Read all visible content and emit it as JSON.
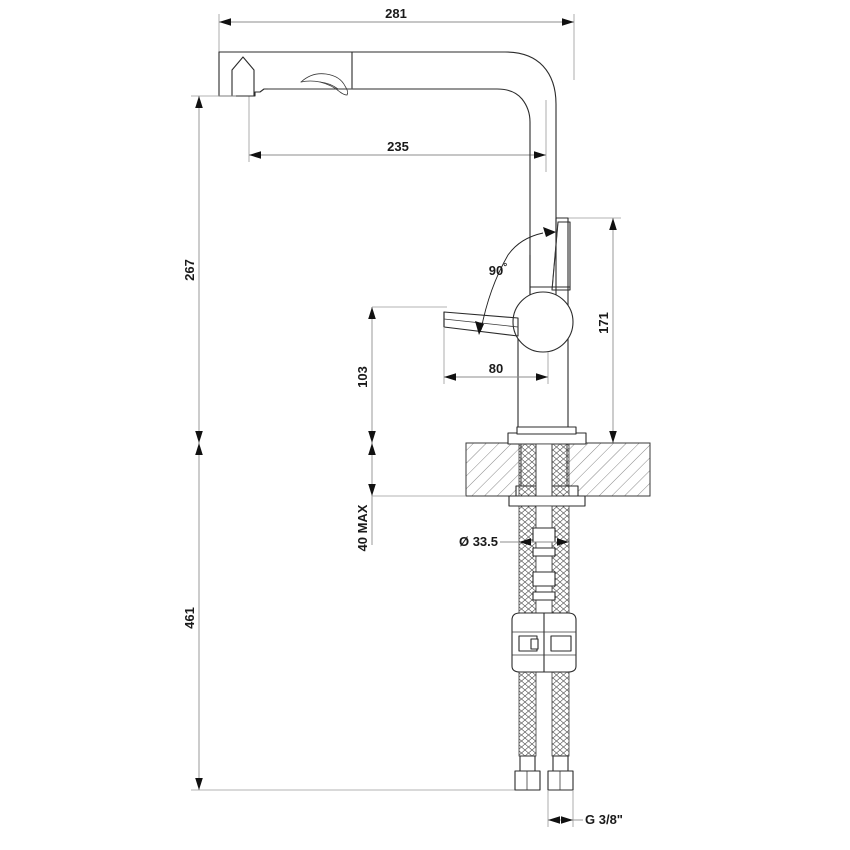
{
  "drawing": {
    "title": "Kitchen mixer tap technical dimension drawing",
    "units": "mm",
    "background_color": "#ffffff",
    "line_color": "#2b2b2b",
    "dimension_color": "#8e8e8e"
  },
  "dimensions": {
    "overall_spout_reach": {
      "value": "281",
      "orientation": "horizontal",
      "position": "top"
    },
    "aerator_reach": {
      "value": "235",
      "orientation": "horizontal",
      "position": "upper-middle"
    },
    "spout_height_above_deck": {
      "value": "267",
      "orientation": "vertical",
      "position": "left"
    },
    "body_height": {
      "value": "171",
      "orientation": "vertical",
      "position": "right"
    },
    "handle_height": {
      "value": "103",
      "orientation": "vertical",
      "position": "center-left"
    },
    "handle_clearance": {
      "value": "80",
      "orientation": "horizontal",
      "position": "center"
    },
    "handle_open_angle": {
      "value": "90",
      "unit_symbol": "°",
      "orientation": "angular",
      "position": "center"
    },
    "max_worktop_thickness": {
      "value": "40 MAX",
      "orientation": "vertical",
      "position": "center-left"
    },
    "mounting_hole_diameter": {
      "value": "33.5",
      "symbol": "Ø",
      "label": "Ø 33.5",
      "orientation": "horizontal",
      "position": "below-deck"
    },
    "total_depth_below_spout": {
      "value": "461",
      "orientation": "vertical",
      "position": "left-lower"
    },
    "supply_thread": {
      "value": "G 3/8\"",
      "orientation": "horizontal",
      "position": "bottom"
    }
  }
}
